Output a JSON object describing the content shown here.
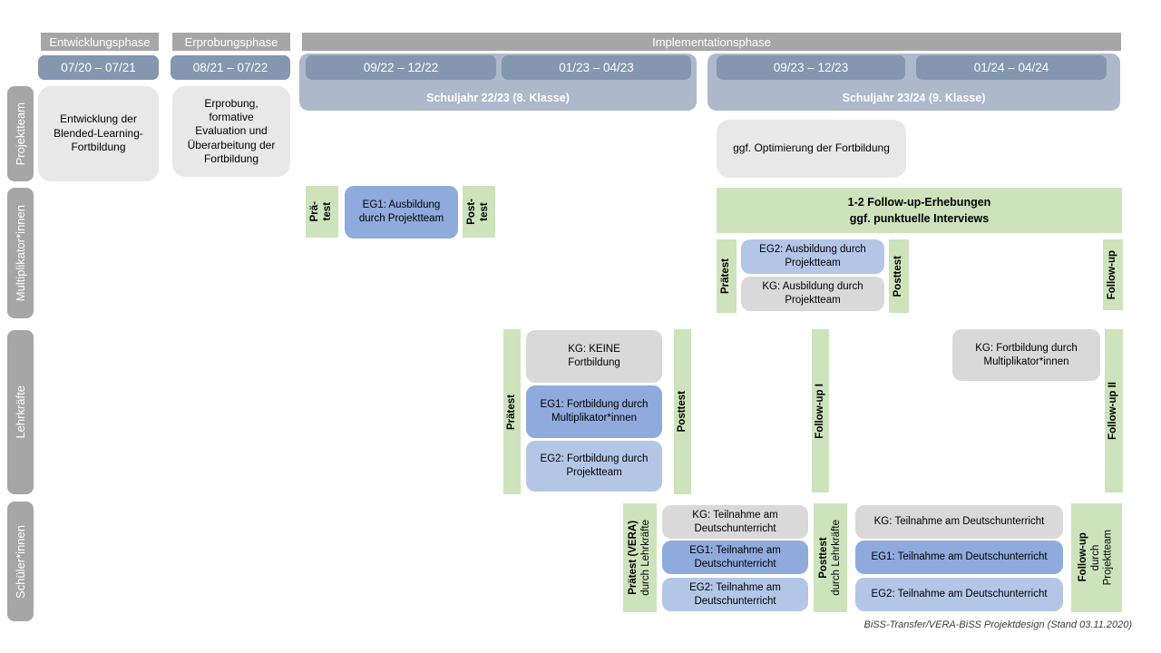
{
  "colors": {
    "phase_bar": "#a6a6a6",
    "row_label": "#a6a6a6",
    "date_bar": "#8496b0",
    "year_box": "#adb9ca",
    "box_light_gray": "#e9e8e8",
    "box_kg_gray": "#d9d9d9",
    "box_eg1_blue": "#8faadc",
    "box_eg2_blue": "#b4c6e7",
    "box_green": "#cde3bc"
  },
  "phases": {
    "entwicklung": "Entwicklungsphase",
    "erprobung": "Erprobungsphase",
    "implementation": "Implementationsphase"
  },
  "timeline": {
    "period_dev": "07/20 – 07/21",
    "period_pilot": "08/21 – 07/22",
    "year1": {
      "q1": "09/22 – 12/22",
      "q2": "01/23 – 04/23",
      "label": "Schuljahr 22/23 (8. Klasse)"
    },
    "year2": {
      "q1": "09/23 – 12/23",
      "q2": "01/24 – 04/24",
      "label": "Schuljahr 23/24 (9. Klasse)"
    }
  },
  "row_labels": {
    "projektteam": "Projektteam",
    "multiplikatoren": "Multiplikator*innen",
    "lehrkraefte": "Lehrkräfte",
    "schueler": "Schüler*innen"
  },
  "projektteam": {
    "entwicklung": "Entwicklung der Blended-Learning-Fortbildung",
    "erprobung": "Erprobung, formative Evaluation und Überarbeitung der Fortbildung",
    "optimierung": "ggf. Optimierung der Fortbildung"
  },
  "multiplikatoren": {
    "praetest1_l1": "Prä-",
    "praetest1_l2": "test",
    "eg1": "EG1: Ausbildung durch Projektteam",
    "posttest1_l1": "Post-",
    "posttest1_l2": "test",
    "followup_box_l1": "1-2 Follow-up-Erhebungen",
    "followup_box_l2": "ggf. punktuelle Interviews",
    "praetest2": "Prätest",
    "eg2": "EG2: Ausbildung durch Projektteam",
    "kg": "KG: Ausbildung durch Projektteam",
    "posttest2": "Posttest",
    "followup": "Follow-up"
  },
  "lehrkraefte": {
    "praetest": "Prätest",
    "kg": "KG: KEINE Fortbildung",
    "eg1": "EG1: Fortbildung durch Multiplikator*innen",
    "eg2": "EG2: Fortbildung durch Projektteam",
    "posttest": "Posttest",
    "followup1": "Follow-up I",
    "kg2": "KG: Fortbildung durch Multiplikator*innen",
    "followup2": "Follow-up II"
  },
  "schueler": {
    "praetest_l1": "Prätest (VERA)",
    "praetest_l2": "durch Lehrkräfte",
    "kg": "KG: Teilnahme am Deutschunterricht",
    "eg1": "EG1: Teilnahme am Deutschunterricht",
    "eg2": "EG2: Teilnahme am Deutschunterricht",
    "posttest_l1": "Posttest",
    "posttest_l2": "durch Lehrkräfte",
    "followup_l1": "Follow-up",
    "followup_l2": "durch",
    "followup_l3": "Projektteam"
  },
  "caption": "BiSS-Transfer/VERA-BiSS Projektdesign (Stand 03.11.2020)"
}
